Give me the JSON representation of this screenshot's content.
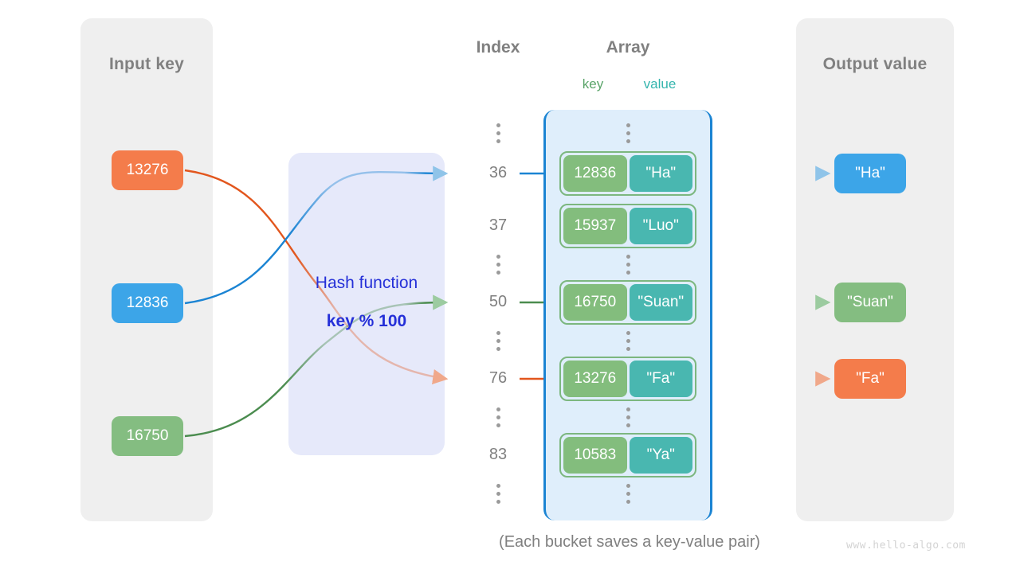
{
  "panels": {
    "input": {
      "title": "Input key"
    },
    "output": {
      "title": "Output value"
    }
  },
  "hash": {
    "label": "Hash function",
    "formula": "key % 100"
  },
  "headers": {
    "index": "Index",
    "array": "Array",
    "key": "key",
    "value": "value"
  },
  "inputs": [
    {
      "label": "13276",
      "color": "#f47c4b"
    },
    {
      "label": "12836",
      "color": "#3ca5e8"
    },
    {
      "label": "16750",
      "color": "#84bd81"
    }
  ],
  "outputs": [
    {
      "label": "\"Ha\"",
      "color": "#3ca5e8"
    },
    {
      "label": "\"Suan\"",
      "color": "#84bd81"
    },
    {
      "label": "\"Fa\"",
      "color": "#f47c4b"
    }
  ],
  "indices": [
    "36",
    "37",
    "50",
    "76",
    "83"
  ],
  "buckets": [
    {
      "index": "36",
      "key": "12836",
      "value": "\"Ha\""
    },
    {
      "index": "37",
      "key": "15937",
      "value": "\"Luo\""
    },
    {
      "index": "50",
      "key": "16750",
      "value": "\"Suan\""
    },
    {
      "index": "76",
      "key": "13276",
      "value": "\"Fa\""
    },
    {
      "index": "83",
      "key": "10583",
      "value": "\"Ya\""
    }
  ],
  "caption": "(Each bucket saves a key-value pair)",
  "watermark": "www.hello-algo.com",
  "colors": {
    "panel_bg": "#efefef",
    "hash_bg": "#e6e9fa",
    "hash_text": "#2530d8",
    "array_bg": "#dfeefb",
    "array_border": "#1b84d3",
    "bucket_border": "#7cb77f",
    "bucket_key": "#83bd7d",
    "bucket_value": "#49b7b0",
    "orange": "#f47c4b",
    "blue": "#3ca5e8",
    "green": "#84bd81",
    "text_gray": "#808080"
  }
}
